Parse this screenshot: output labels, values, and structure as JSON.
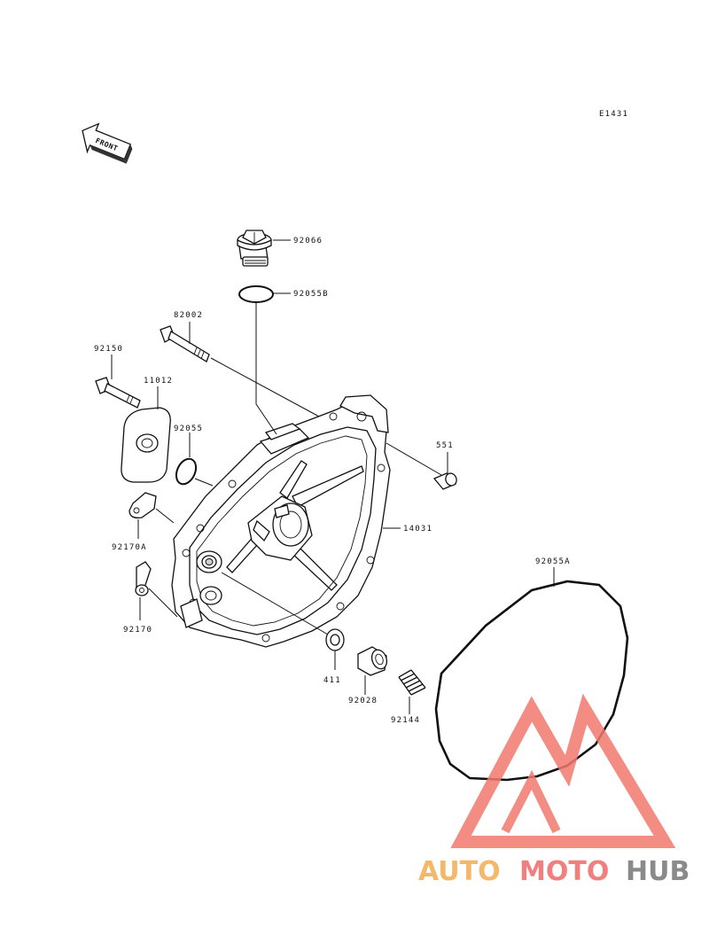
{
  "diagram_code": "E1431",
  "front_marker": "FRONT",
  "parts": [
    {
      "id": "oil-filler-cap",
      "number": "92066"
    },
    {
      "id": "o-ring-cap",
      "number": "92055B"
    },
    {
      "id": "bolt-long",
      "number": "82002"
    },
    {
      "id": "bolt-short",
      "number": "92150"
    },
    {
      "id": "gasket-plate",
      "number": "11012"
    },
    {
      "id": "o-ring-small",
      "number": "92055"
    },
    {
      "id": "dowel-pin",
      "number": "551"
    },
    {
      "id": "clutch-cover",
      "number": "14031"
    },
    {
      "id": "clamp-upper",
      "number": "92170A"
    },
    {
      "id": "clamp-lower",
      "number": "92170"
    },
    {
      "id": "cover-gasket",
      "number": "92055A"
    },
    {
      "id": "washer",
      "number": "411"
    },
    {
      "id": "collar",
      "number": "92028"
    },
    {
      "id": "spring",
      "number": "92144"
    }
  ],
  "watermark": {
    "brand_a": "AUTO",
    "brand_b": "MOTO",
    "brand_c": "HUB",
    "color_a": "#f4b86b",
    "color_b": "#f08080",
    "color_c": "#8a8a8a",
    "logo_color": "#f27a6e"
  }
}
